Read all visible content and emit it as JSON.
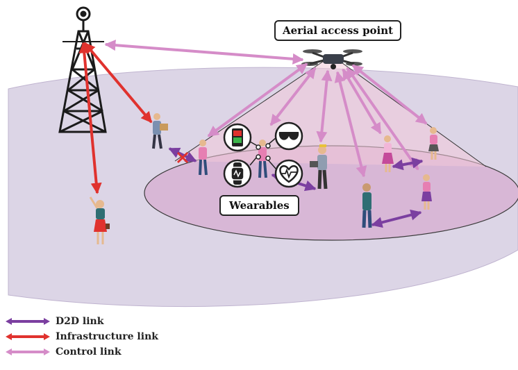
{
  "labels": {
    "aerial_access_point": "Aerial access point",
    "wearables": "Wearables"
  },
  "legend": [
    {
      "label": "D2D link",
      "color": "#7b3fa0"
    },
    {
      "label": "Infrastructure link",
      "color": "#e0322e"
    },
    {
      "label": "Control link",
      "color": "#d58cc8"
    }
  ],
  "colors": {
    "outer_ground": "#dcd5e6",
    "inner_ground": "#d8b7d6",
    "beam": "#f3c9d9"
  },
  "icons": [
    "cell-tower-icon",
    "drone-icon",
    "smartphone-icon",
    "smart-glasses-icon",
    "smartwatch-icon",
    "heart-monitor-icon"
  ]
}
